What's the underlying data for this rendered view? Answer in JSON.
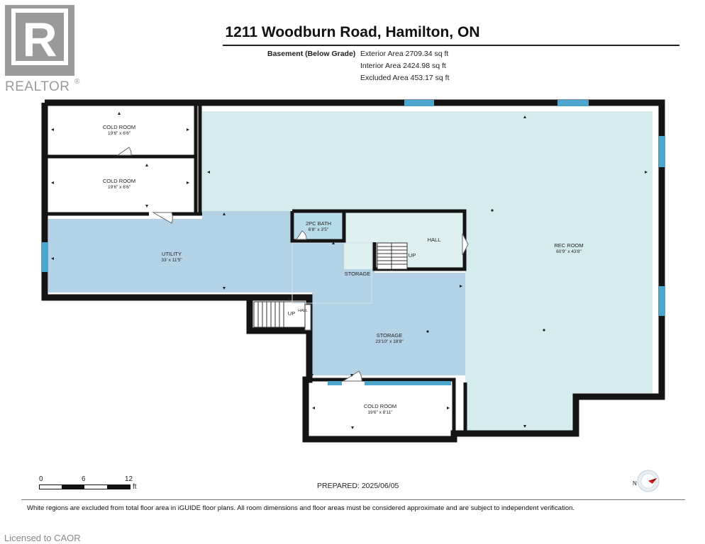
{
  "logo": {
    "brand_text": "REALTOR",
    "registered_mark": "®",
    "letter": "R"
  },
  "header": {
    "title": "1211 Woodburn Road, Hamilton, ON",
    "level_label": "Basement (Below Grade)",
    "exterior_area": "Exterior Area 2709.34 sq ft",
    "interior_area": "Interior Area 2424.98 sq ft",
    "excluded_area": "Excluded Area 453.17 sq ft"
  },
  "rooms": {
    "cold_room_1": {
      "name": "COLD ROOM",
      "dims": "19'6\" x 6'6\""
    },
    "cold_room_2": {
      "name": "COLD ROOM",
      "dims": "19'6\" x 6'6\""
    },
    "utility": {
      "name": "UTILITY",
      "dims": "33' x 11'5\""
    },
    "bath": {
      "name": "2PC BATH",
      "dims": "6'8\" x 3'5\""
    },
    "hall": {
      "name": "HALL"
    },
    "storage_small": {
      "name": "STORAGE"
    },
    "storage_main": {
      "name": "STORAGE",
      "dims": "23'10\" x 18'8\""
    },
    "rec_room": {
      "name": "REC ROOM",
      "dims": "60'9\" x 43'8\""
    },
    "cold_room_3": {
      "name": "COLD ROOM",
      "dims": "19'6\" x 8'11\""
    },
    "stairs_up_1": "UP",
    "stairs_up_2": "UP",
    "hall_small": "HALL"
  },
  "scale": {
    "ticks": [
      "0",
      "6",
      "12"
    ],
    "unit": "ft"
  },
  "prepared": "PREPARED:  2025/06/05",
  "compass": {
    "label": "N"
  },
  "footer": {
    "note": "White regions are excluded from total floor area in iGUIDE floor plans. All room dimensions and floor areas must be considered approximate and are subject to independent verification.",
    "licensed": "Licensed to CAOR"
  },
  "colors": {
    "rec_fill": "#d4ecee",
    "utility_fill": "#b4d2e6",
    "bath_fill": "#b8dcec",
    "wall": "#141414",
    "window": "#4aa6cc"
  }
}
